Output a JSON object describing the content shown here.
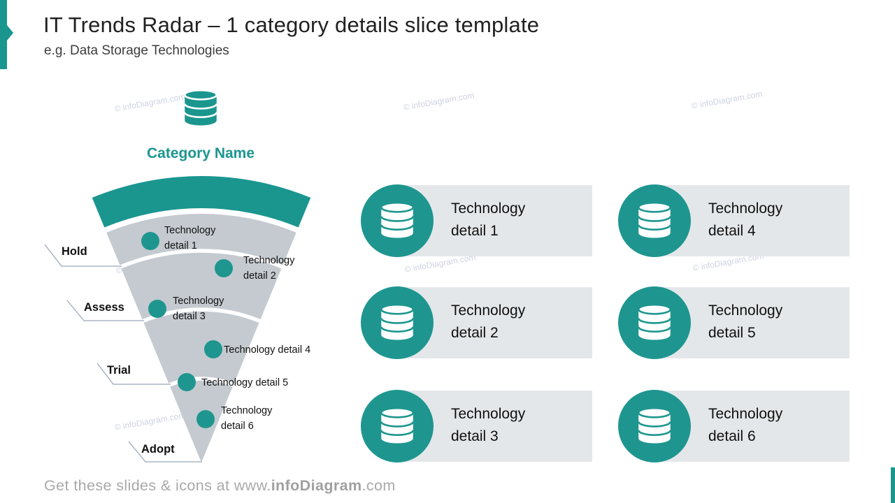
{
  "slide": {
    "title": "IT Trends Radar – 1 category details slice template",
    "subtitle": "e.g. Data Storage Technologies",
    "watermark": "© infoDiagram.com",
    "footer": {
      "prefix": "Get these slides & icons at www.",
      "bold": "infoDiagram",
      "suffix": ".com"
    }
  },
  "colors": {
    "teal": "#1a968f",
    "funnel_gray": "#c4cad0",
    "card_gray": "#e4e7ea",
    "leader_line": "#aab6c4"
  },
  "radar": {
    "category": {
      "label": "Category Name",
      "icon": "database-icon"
    },
    "stages": [
      {
        "label": "Hold"
      },
      {
        "label": "Assess"
      },
      {
        "label": "Trial"
      },
      {
        "label": "Adopt"
      }
    ],
    "points": [
      {
        "label": "Technology\ndetail 1"
      },
      {
        "label": "Technology\ndetail 2"
      },
      {
        "label": "Technology\ndetail 3"
      },
      {
        "label": "Technology detail 4"
      },
      {
        "label": "Technology detail 5"
      },
      {
        "label": "Technology\ndetail 6"
      }
    ]
  },
  "cards": [
    {
      "icon": "database-icon",
      "label": "Technology\ndetail 1"
    },
    {
      "icon": "database-icon",
      "label": "Technology\ndetail 2"
    },
    {
      "icon": "database-icon",
      "label": "Technology\ndetail 3"
    },
    {
      "icon": "database-icon",
      "label": "Technology\ndetail 4"
    },
    {
      "icon": "database-icon",
      "label": "Technology\ndetail 5"
    },
    {
      "icon": "database-icon",
      "label": "Technology\ndetail 6"
    }
  ]
}
